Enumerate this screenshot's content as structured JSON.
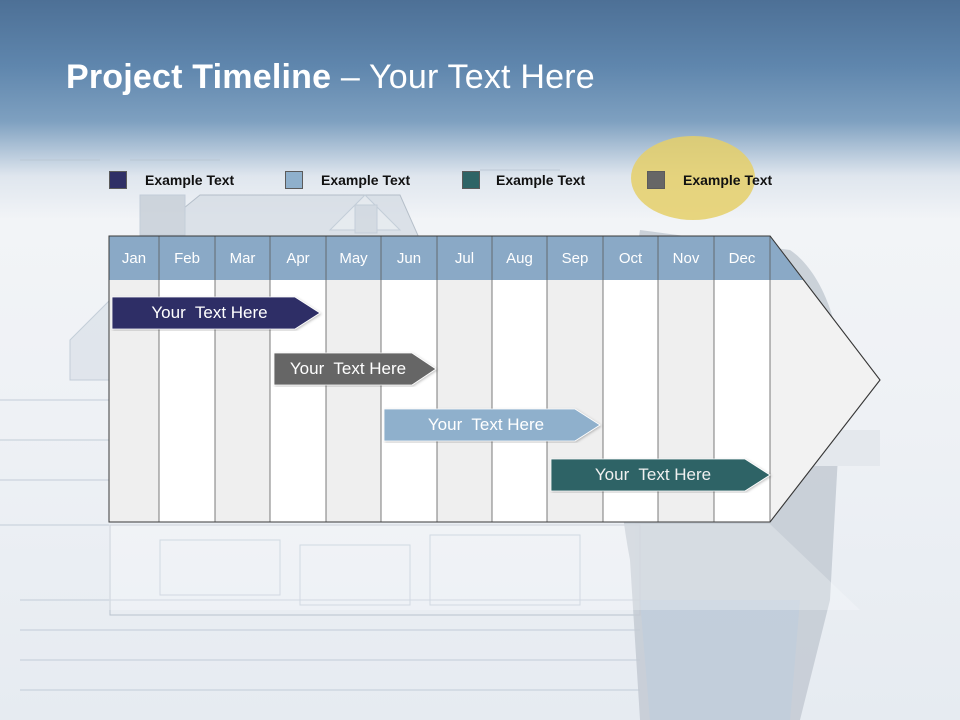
{
  "slide": {
    "title_bold": "Project Timeline",
    "title_rest": " – Your Text Here"
  },
  "legend": [
    {
      "label": "Example Text",
      "color": "#2f2f66"
    },
    {
      "label": "Example Text",
      "color": "#8fb0cc"
    },
    {
      "label": "Example Text",
      "color": "#2e6466"
    },
    {
      "label": "Example Text",
      "color": "#666666"
    }
  ],
  "months": [
    "Jan",
    "Feb",
    "Mar",
    "Apr",
    "May",
    "Jun",
    "Jul",
    "Aug",
    "Sep",
    "Oct",
    "Nov",
    "Dec"
  ],
  "bars": [
    {
      "label": "Your  Text Here",
      "color": "#2f2f66"
    },
    {
      "label": "Your  Text Here",
      "color": "#666666"
    },
    {
      "label": "Your  Text Here",
      "color": "#8fb0cc"
    },
    {
      "label": "Your  Text Here",
      "color": "#2e6466"
    }
  ],
  "colors": {
    "header_band": "#8aa9c6",
    "column_shade": "#efefef",
    "column_light": "#ffffff",
    "title_bar": "#5f86ad"
  }
}
